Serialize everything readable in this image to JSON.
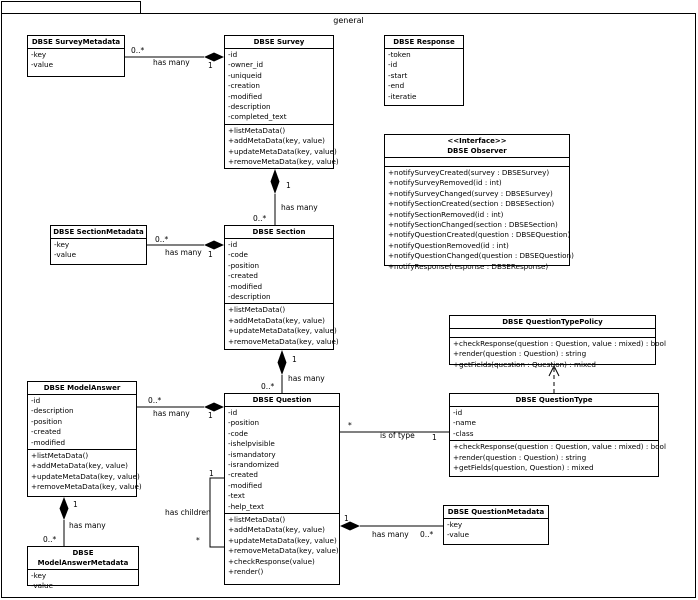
{
  "package": {
    "name": "general"
  },
  "classes": {
    "survey_metadata": {
      "name": "DBSE SurveyMetadata",
      "sections": [
        [
          "-key",
          "-value"
        ]
      ]
    },
    "survey": {
      "name": "DBSE Survey",
      "sections": [
        [
          "-id",
          "-owner_id",
          "-uniqueid",
          "-creation",
          "-modified",
          "-description",
          "-completed_text"
        ],
        [
          "+listMetaData()",
          "+addMetaData(key, value)",
          "+updateMetaData(key, value)",
          "+removeMetaData(key, value)"
        ]
      ]
    },
    "response": {
      "name": "DBSE Response",
      "sections": [
        [
          "-token",
          "-id",
          "-start",
          "-end",
          "-iteratie"
        ]
      ]
    },
    "observer": {
      "stereotype": "<<Interface>>",
      "name": "DBSE Observer",
      "sections": [
        [],
        [
          "+notifySurveyCreated(survey : DBSESurvey)",
          "+notifySurveyRemoved(id : int)",
          "+notifySurveyChanged(survey : DBSESurvey)",
          "+notifySectionCreated(section : DBSESection)",
          "+notifySectionRemoved(id : int)",
          "+notifySectionChanged(section : DBSESection)",
          "+notifyQuestionCreated(question : DBSEQuestion)",
          "+notifyQuestionRemoved(id : int)",
          "+notifyQuestionChanged(question : DBSEQuestion)",
          "+notifyResponse(response : DBSEResponse)"
        ]
      ]
    },
    "section_metadata": {
      "name": "DBSE SectionMetadata",
      "sections": [
        [
          "-key",
          "-value"
        ]
      ]
    },
    "section": {
      "name": "DBSE Section",
      "sections": [
        [
          "-id",
          "-code",
          "-position",
          "-created",
          "-modified",
          "-description"
        ],
        [
          "+listMetaData()",
          "+addMetaData(key, value)",
          "+updateMetaData(key, value)",
          "+removeMetaData(key, value)"
        ]
      ]
    },
    "question_type_policy": {
      "name": "DBSE QuestionTypePolicy",
      "sections": [
        [],
        [
          "+checkResponse(question : Question, value : mixed) : bool",
          "+render(question : Question) : string",
          "+getFields(question : Question) : mixed"
        ]
      ]
    },
    "model_answer": {
      "name": "DBSE ModelAnswer",
      "sections": [
        [
          "-id",
          "-description",
          "-position",
          "-created",
          "-modified"
        ],
        [
          "+listMetaData()",
          "+addMetaData(key, value)",
          "+updateMetaData(key, value)",
          "+removeMetaData(key, value)"
        ]
      ]
    },
    "question": {
      "name": "DBSE Question",
      "sections": [
        [
          "-id",
          "-position",
          "-code",
          "-ishelpvisible",
          "-ismandatory",
          "-israndomized",
          "-created",
          "-modified",
          "-text",
          "-help_text"
        ],
        [
          "+listMetaData()",
          "+addMetaData(key, value)",
          "+updateMetaData(key, value)",
          "+removeMetaData(key, value)",
          "+checkResponse(value)",
          "+render()"
        ]
      ]
    },
    "question_type": {
      "name": "DBSE QuestionType",
      "sections": [
        [
          "-id",
          "-name",
          "-class"
        ],
        [
          "+checkResponse(question : Question, value : mixed) : bool",
          "+render(question : Question) : string",
          "+getFields(question, Question) : mixed"
        ]
      ]
    },
    "question_metadata": {
      "name": "DBSE QuestionMetadata",
      "sections": [
        [
          "-key",
          "-value"
        ]
      ]
    },
    "model_answer_metadata": {
      "name": "DBSE ModelAnswerMetadata",
      "sections": [
        [
          "-key",
          "-value"
        ]
      ]
    }
  },
  "labels": {
    "survey_meta_mult": "0..*",
    "survey_meta_role": "has many",
    "survey_meta_one": "1",
    "survey_section_one": "1",
    "survey_section_role": "has many",
    "survey_section_mult": "0..*",
    "section_meta_mult": "0..*",
    "section_meta_role": "has many",
    "section_meta_one": "1",
    "section_question_one": "1",
    "section_question_role": "has many",
    "section_question_mult": "0..*",
    "answer_question_mult": "0..*",
    "answer_question_role": "has many",
    "answer_question_one": "1",
    "question_type_star": "*",
    "question_type_role": "is of type",
    "question_type_one": "1",
    "children_one": "1",
    "children_role": "has children",
    "children_star": "*",
    "answer_meta_one": "1",
    "answer_meta_role": "has many",
    "answer_meta_mult": "0..*",
    "question_meta_one": "1",
    "question_meta_role": "has many",
    "question_meta_mult": "0..*"
  }
}
